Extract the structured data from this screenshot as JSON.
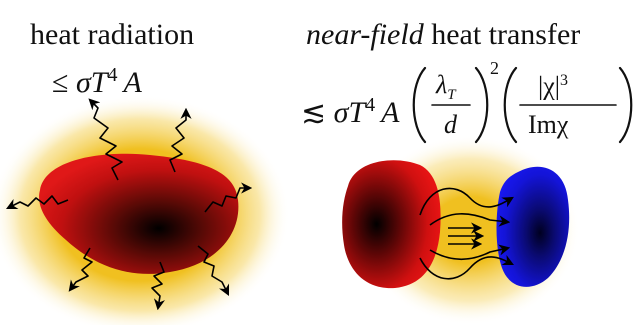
{
  "left": {
    "title": "heat radiation",
    "formula": {
      "relation": "≤",
      "sigma": "σ",
      "T": "T",
      "exp4": "4",
      "A": "A"
    }
  },
  "right": {
    "title_italic": "near-field",
    "title_rest": " heat transfer",
    "formula": {
      "relation": "≲",
      "sigma": "σ",
      "T": "T",
      "exp4": "4",
      "A": "A",
      "frac1_num": "λ",
      "frac1_num_sub": "T",
      "frac1_den": "d",
      "frac1_exp": "2",
      "frac2_num": "|χ|",
      "frac2_num_exp": "3",
      "frac2_den": "Imχ"
    }
  },
  "colors": {
    "hot_body": "#d01010",
    "cold_body": "#1414e6",
    "glow": "#f0c020",
    "arrow": "#000000"
  }
}
